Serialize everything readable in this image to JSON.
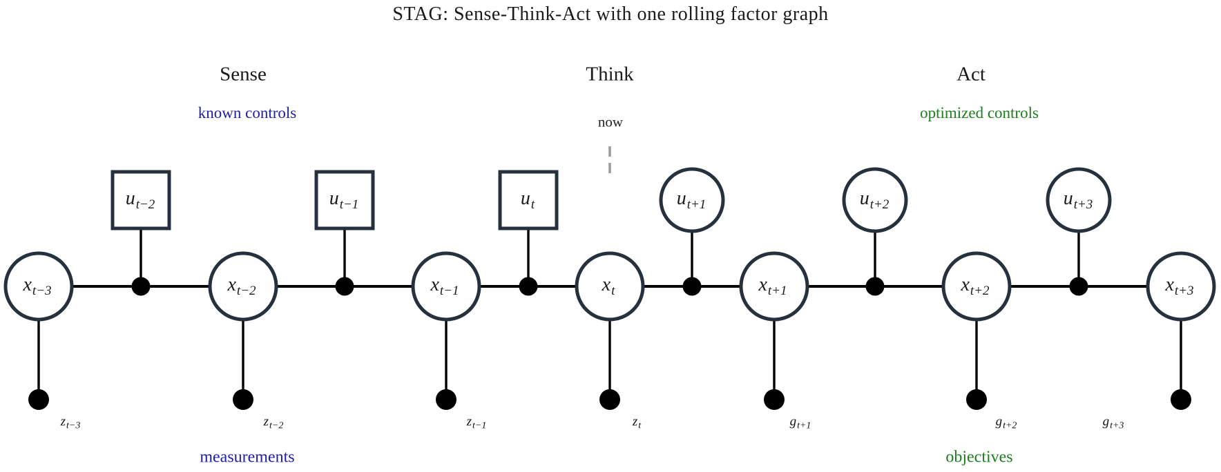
{
  "title": "STAG: Sense-Think-Act with one rolling factor graph",
  "sections": [
    {
      "label": "Sense"
    },
    {
      "label": "Think"
    },
    {
      "label": "Act"
    }
  ],
  "annotations": {
    "known_controls": "known controls",
    "now": "now",
    "optimized_controls": "optimized controls",
    "measurements": "measurements",
    "objectives": "objectives"
  },
  "colors": {
    "label_blue": "#1d1daa",
    "label_green": "#1e7e1e",
    "node_stroke": "#26313d",
    "edge_black": "#000000",
    "now_dash_gray": "#999999",
    "background": "#ffffff"
  },
  "state_nodes": [
    {
      "base": "x",
      "sub": "t−3",
      "shape": "circle"
    },
    {
      "base": "x",
      "sub": "t−2",
      "shape": "circle"
    },
    {
      "base": "x",
      "sub": "t−1",
      "shape": "circle"
    },
    {
      "base": "x",
      "sub": "t",
      "shape": "circle"
    },
    {
      "base": "x",
      "sub": "t+1",
      "shape": "circle"
    },
    {
      "base": "x",
      "sub": "t+2",
      "shape": "circle"
    },
    {
      "base": "x",
      "sub": "t+3",
      "shape": "circle"
    }
  ],
  "control_nodes": [
    {
      "base": "u",
      "sub": "t−2",
      "shape": "square",
      "kind": "known control"
    },
    {
      "base": "u",
      "sub": "t−1",
      "shape": "square",
      "kind": "known control"
    },
    {
      "base": "u",
      "sub": "t",
      "shape": "square",
      "kind": "known control"
    },
    {
      "base": "u",
      "sub": "t+1",
      "shape": "circle",
      "kind": "optimized control"
    },
    {
      "base": "u",
      "sub": "t+2",
      "shape": "circle",
      "kind": "optimized control"
    },
    {
      "base": "u",
      "sub": "t+3",
      "shape": "circle",
      "kind": "optimized control"
    }
  ],
  "leaf_labels": [
    {
      "base": "z",
      "sub": "t−3",
      "kind": "measurement"
    },
    {
      "base": "z",
      "sub": "t−2",
      "kind": "measurement"
    },
    {
      "base": "z",
      "sub": "t−1",
      "kind": "measurement"
    },
    {
      "base": "z",
      "sub": "t",
      "kind": "measurement"
    },
    {
      "base": "g",
      "sub": "t+1",
      "kind": "objective"
    },
    {
      "base": "g",
      "sub": "t+2",
      "kind": "objective"
    },
    {
      "base": "g",
      "sub": "t+3",
      "kind": "objective"
    }
  ]
}
